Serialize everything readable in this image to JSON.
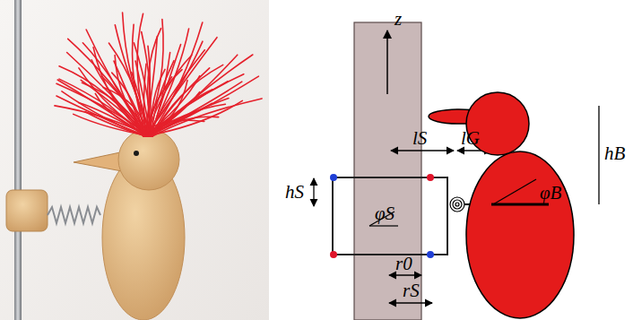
{
  "diagram": {
    "nodes": [
      {
        "text": [
          "φS"
        ]
      },
      {
        "text": [
          "φB"
        ]
      }
    ],
    "labels": [
      "z",
      "lS",
      "lG",
      "hB",
      "hS",
      "r0",
      "rS"
    ]
  }
}
